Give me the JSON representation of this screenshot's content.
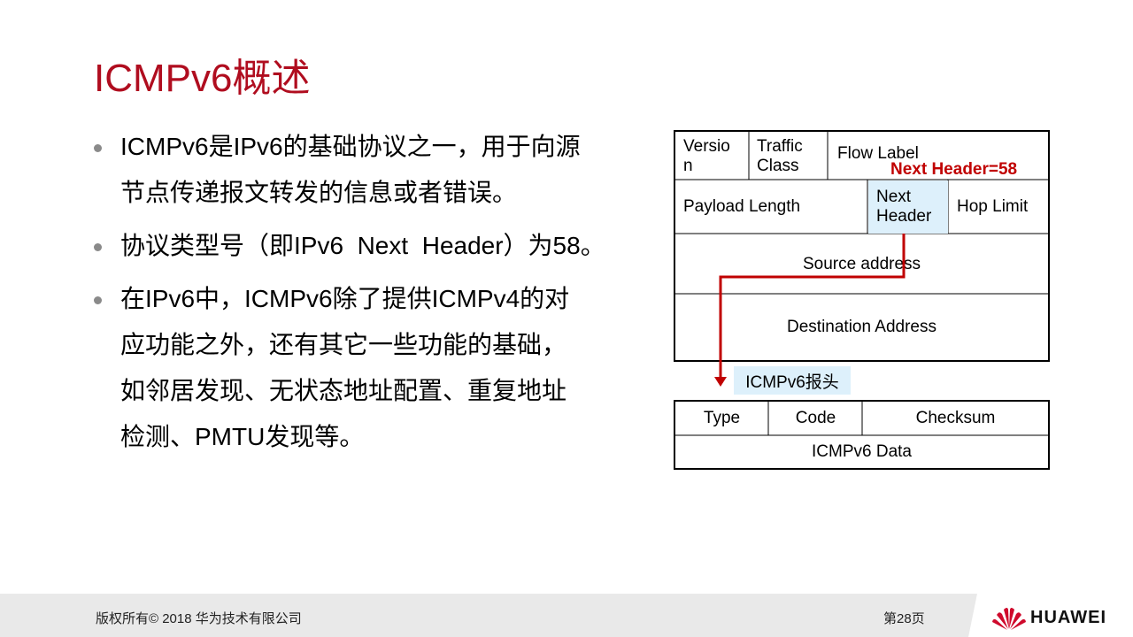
{
  "title": "ICMPv6概述",
  "bullets": [
    {
      "lines": [
        "ICMPv6是IPv6的基础协议之一，用于向源",
        "节点传递报文转发的信息或者错误。"
      ]
    },
    {
      "lines": [
        "协议类型号（即IPv6  Next  Header）为58。"
      ]
    },
    {
      "lines": [
        "在IPv6中，ICMPv6除了提供ICMPv4的对",
        "应功能之外，还有其它一些功能的基础，",
        "如邻居发现、无状态地址配置、重复地址",
        "检测、PMTU发现等。"
      ]
    }
  ],
  "ipv6_header": {
    "version_l1": "Versio",
    "version_l2": "n",
    "traffic_l1": "Traffic",
    "traffic_l2": "Class",
    "flow_label": "Flow Label",
    "payload_length": "Payload Length",
    "next_header_l1": "Next",
    "next_header_l2": "Header",
    "hop_limit": "Hop Limit",
    "source_address": "Source address",
    "destination_address": "Destination Address"
  },
  "annotation": "Next Header=58",
  "icmp_label": "ICMPv6报头",
  "icmp_header": {
    "type": "Type",
    "code": "Code",
    "checksum": "Checksum",
    "data": "ICMPv6 Data"
  },
  "footer": {
    "copyright": "版权所有© 2018 华为技术有限公司",
    "page": "第28页",
    "brand": "HUAWEI"
  },
  "colors": {
    "title": "#b00d1f",
    "arrow": "#c00000",
    "highlight": "#ddf0fb",
    "footer_bg": "#e9e9e9"
  }
}
